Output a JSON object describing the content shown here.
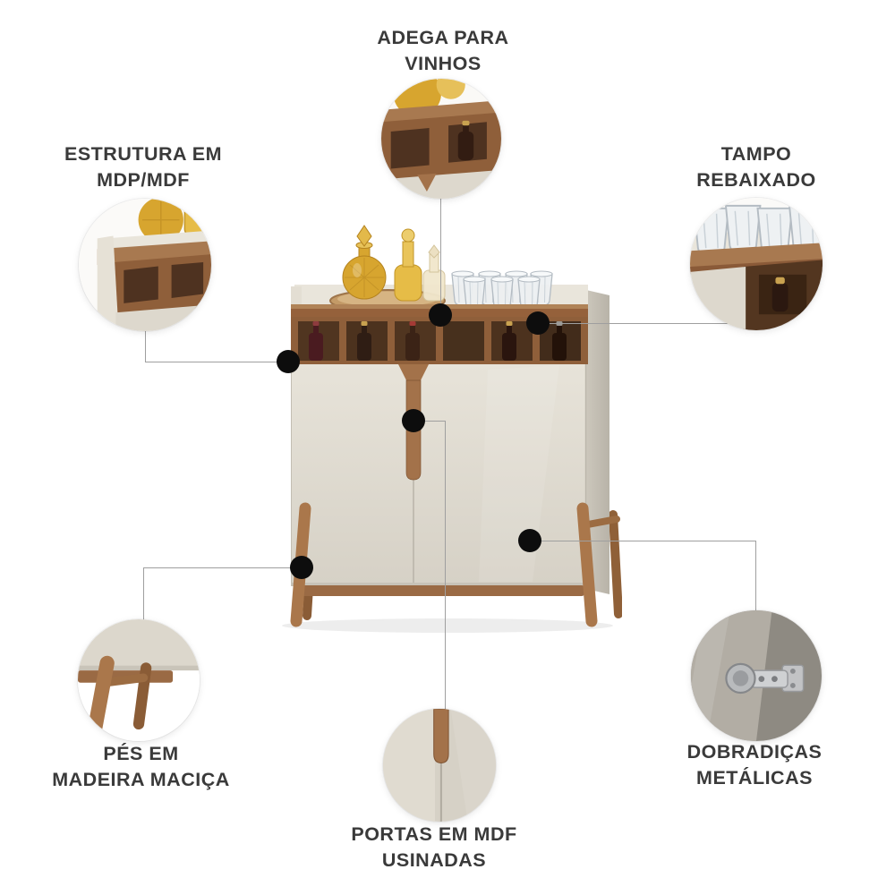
{
  "colors": {
    "wood": "#9a6a44",
    "cabinet_body": "#ddd8cd",
    "label_text": "#3a3a3a",
    "connector_line": "#9f9f9f",
    "dot": "#0d0d0d",
    "amber_glass": "#d7a52f"
  },
  "callouts": {
    "adega": {
      "label": "ADEGA PARA\nVINHOS"
    },
    "estrutura": {
      "label": "ESTRUTURA EM\nMDP/MDF"
    },
    "tampo": {
      "label": "TAMPO\nREBAIXADO"
    },
    "pes": {
      "label": "PÉS EM\nMADEIRA MACIÇA"
    },
    "portas": {
      "label": "PORTAS EM MDF\nUSINADAS"
    },
    "dobradicas": {
      "label": "DOBRADIÇAS\nMETÁLICAS"
    }
  }
}
